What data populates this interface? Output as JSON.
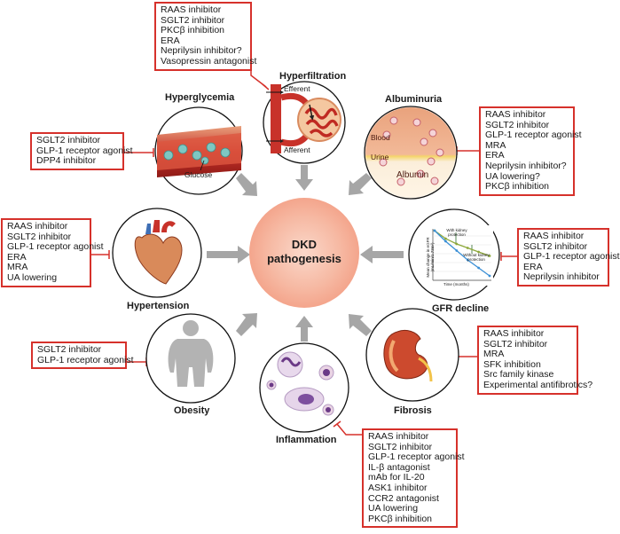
{
  "center": {
    "line1": "DKD",
    "line2": "pathogenesis"
  },
  "nodes": {
    "hyperfiltration": {
      "title": "Hyperfiltration",
      "efferent": "Efferent",
      "afferent": "Afferent",
      "treatments": [
        "RAAS inhibitor",
        "SGLT2 inhibitor",
        "PKCβ  inhibition",
        "ERA",
        "Neprilysin inhibitor?",
        "Vasopressin antagonist"
      ]
    },
    "hyperglycemia": {
      "title": "Hyperglycemia",
      "glucose": "Glucose",
      "treatments": [
        "SGLT2 inhibitor",
        "GLP-1 receptor agonist",
        "DPP4 inhibitor"
      ]
    },
    "albuminuria": {
      "title": "Albuminuria",
      "blood": "Blood",
      "urine": "Urine",
      "albumin": "Albumin",
      "treatments": [
        "RAAS inhibitor",
        "SGLT2 inhibitor",
        "GLP-1 receptor agonist",
        "MRA",
        "ERA",
        "Neprilysin inhibitor?",
        "UA lowering?",
        "PKCβ  inhibition"
      ]
    },
    "hypertension": {
      "title": "Hypertension",
      "treatments": [
        "RAAS inhibitor",
        "SGLT2 inhibitor",
        "GLP-1 receptor agonist",
        "ERA",
        "MRA",
        "UA lowering"
      ]
    },
    "gfr_decline": {
      "title": "GFR decline",
      "chart_ylabel": "Mean change in eGFR (mL/min/1.73m²)",
      "chart_xlabel": "Time (months)",
      "with_protection": "With kidney protection",
      "without_protection": "Without kidney protection",
      "treatments": [
        "RAAS inhibitor",
        "SGLT2 inhibitor",
        "GLP-1 receptor agonist",
        "ERA",
        "Neprilysin inhibitor"
      ]
    },
    "obesity": {
      "title": "Obesity",
      "treatments": [
        "SGLT2 inhibitor",
        "GLP-1 receptor agonist"
      ]
    },
    "fibrosis": {
      "title": "Fibrosis",
      "treatments": [
        "RAAS inhibitor",
        "SGLT2 inhibitor",
        "MRA",
        "SFK inhibition",
        "Src family kinase",
        "Experimental antifibrotics?"
      ]
    },
    "inflammation": {
      "title": "Inflammation",
      "treatments": [
        "RAAS inhibitor",
        "SGLT2 inhibitor",
        "GLP-1 receptor agonist",
        "IL-β  antagonist",
        "mAb for IL-20",
        "ASK1 inhibitor",
        "CCR2 antagonist",
        "UA lowering",
        "PKCβ  inhibition"
      ]
    }
  },
  "colors": {
    "box_border": "#d6312b",
    "arrow": "#a6a6a6",
    "center_glow": "#f6b9a3"
  },
  "chart_data": {
    "type": "line",
    "xlabel": "Time (months)",
    "ylabel": "Mean change in eGFR (mL/min/1.73m²)",
    "x": [
      0,
      12,
      24,
      36,
      48,
      60
    ],
    "series": [
      {
        "name": "With kidney protection",
        "values": [
          0,
          -3,
          -5,
          -6.5,
          -8,
          -9.5
        ]
      },
      {
        "name": "Without kidney protection",
        "values": [
          0,
          -4,
          -7.5,
          -11,
          -14,
          -17
        ]
      }
    ]
  }
}
